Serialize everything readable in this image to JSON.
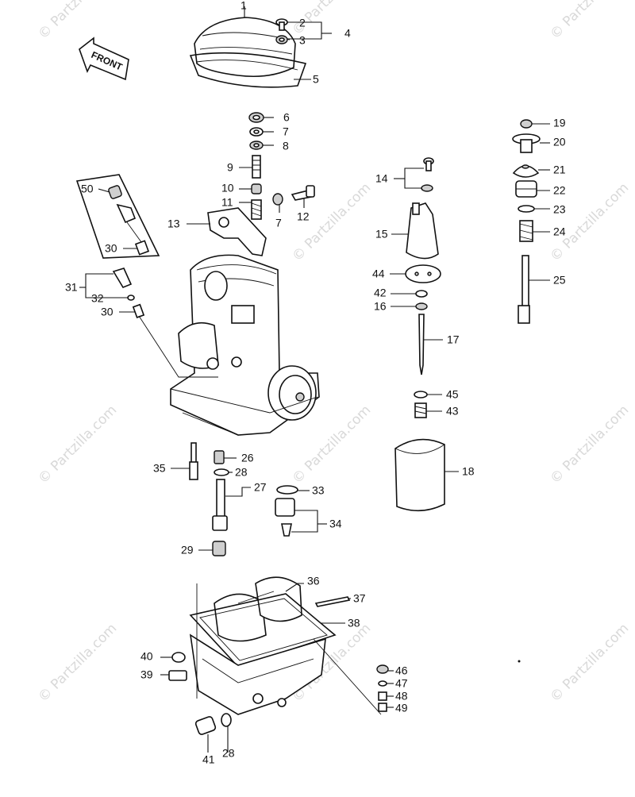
{
  "watermark": "© Partzilla.com",
  "front_arrow": {
    "label": "FRONT"
  },
  "labels": [
    "1",
    "2",
    "3",
    "4",
    "5",
    "6",
    "7",
    "8",
    "9",
    "10",
    "11",
    "12",
    "7",
    "13",
    "14",
    "15",
    "44",
    "42",
    "16",
    "17",
    "45",
    "43",
    "18",
    "19",
    "20",
    "21",
    "22",
    "23",
    "24",
    "25",
    "50",
    "30",
    "31",
    "32",
    "30",
    "35",
    "26",
    "28",
    "27",
    "33",
    "34",
    "29",
    "36",
    "37",
    "38",
    "40",
    "39",
    "41",
    "28",
    "46",
    "47",
    "48",
    "49"
  ]
}
